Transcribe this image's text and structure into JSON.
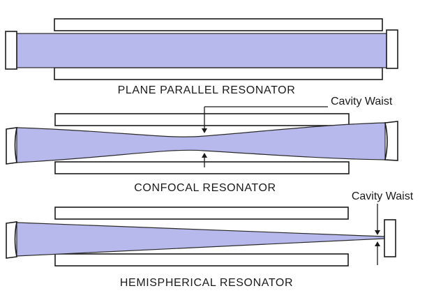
{
  "colors": {
    "beam": "#b7b8ec",
    "outline": "#1a1a1a",
    "background": "#ffffff"
  },
  "resonators": [
    {
      "label": "PLANE PARALLEL RESONATOR"
    },
    {
      "label": "CONFOCAL RESONATOR",
      "callout": "Cavity Waist"
    },
    {
      "label": "HEMISPHERICAL RESONATOR",
      "callout": "Cavity Waist"
    }
  ]
}
